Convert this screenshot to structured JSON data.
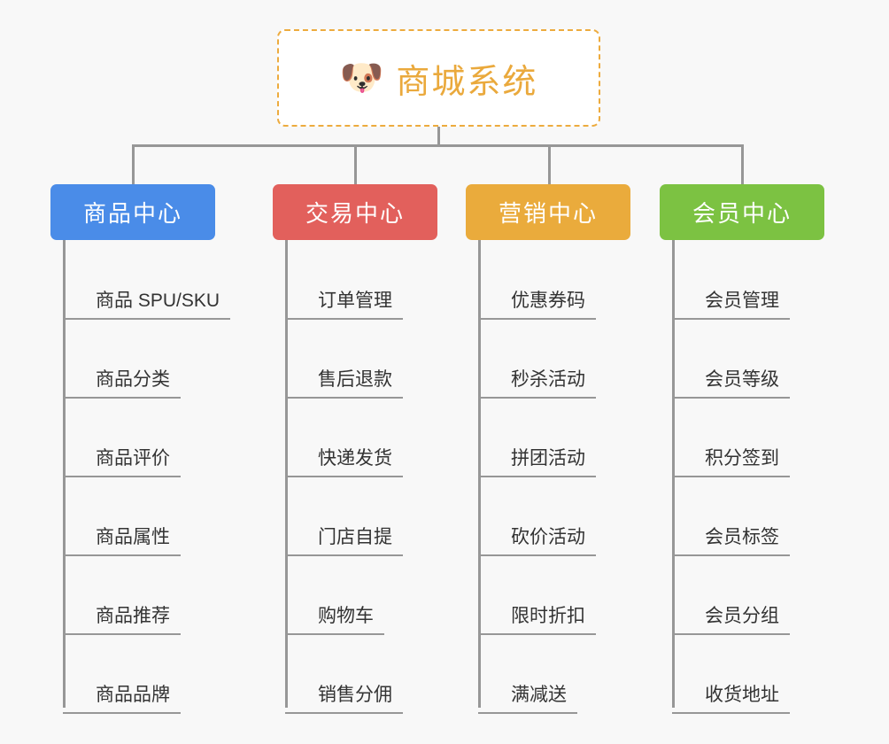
{
  "meta": {
    "background_color": "#f8f8f8",
    "line_color": "#979797"
  },
  "root": {
    "icon": "shiba-dog-face-icon",
    "icon_glyph": "🐶",
    "title": "商城系统",
    "border_color": "#edab3e",
    "text_color": "#eaa93c",
    "fill_color": "#ffffff"
  },
  "columns": [
    {
      "id": "product-center",
      "label": "商品中心",
      "color": "#4a8ce8",
      "items": [
        "商品 SPU/SKU",
        "商品分类",
        "商品评价",
        "商品属性",
        "商品推荐",
        "商品品牌"
      ]
    },
    {
      "id": "trade-center",
      "label": "交易中心",
      "color": "#e2605c",
      "items": [
        "订单管理",
        "售后退款",
        "快递发货",
        "门店自提",
        "购物车",
        "销售分佣"
      ]
    },
    {
      "id": "marketing-center",
      "label": "营销中心",
      "color": "#eaab3c",
      "items": [
        "优惠券码",
        "秒杀活动",
        "拼团活动",
        "砍价活动",
        "限时折扣",
        "满减送"
      ]
    },
    {
      "id": "member-center",
      "label": "会员中心",
      "color": "#7cc242",
      "items": [
        "会员管理",
        "会员等级",
        "积分签到",
        "会员标签",
        "会员分组",
        "收货地址"
      ]
    }
  ]
}
